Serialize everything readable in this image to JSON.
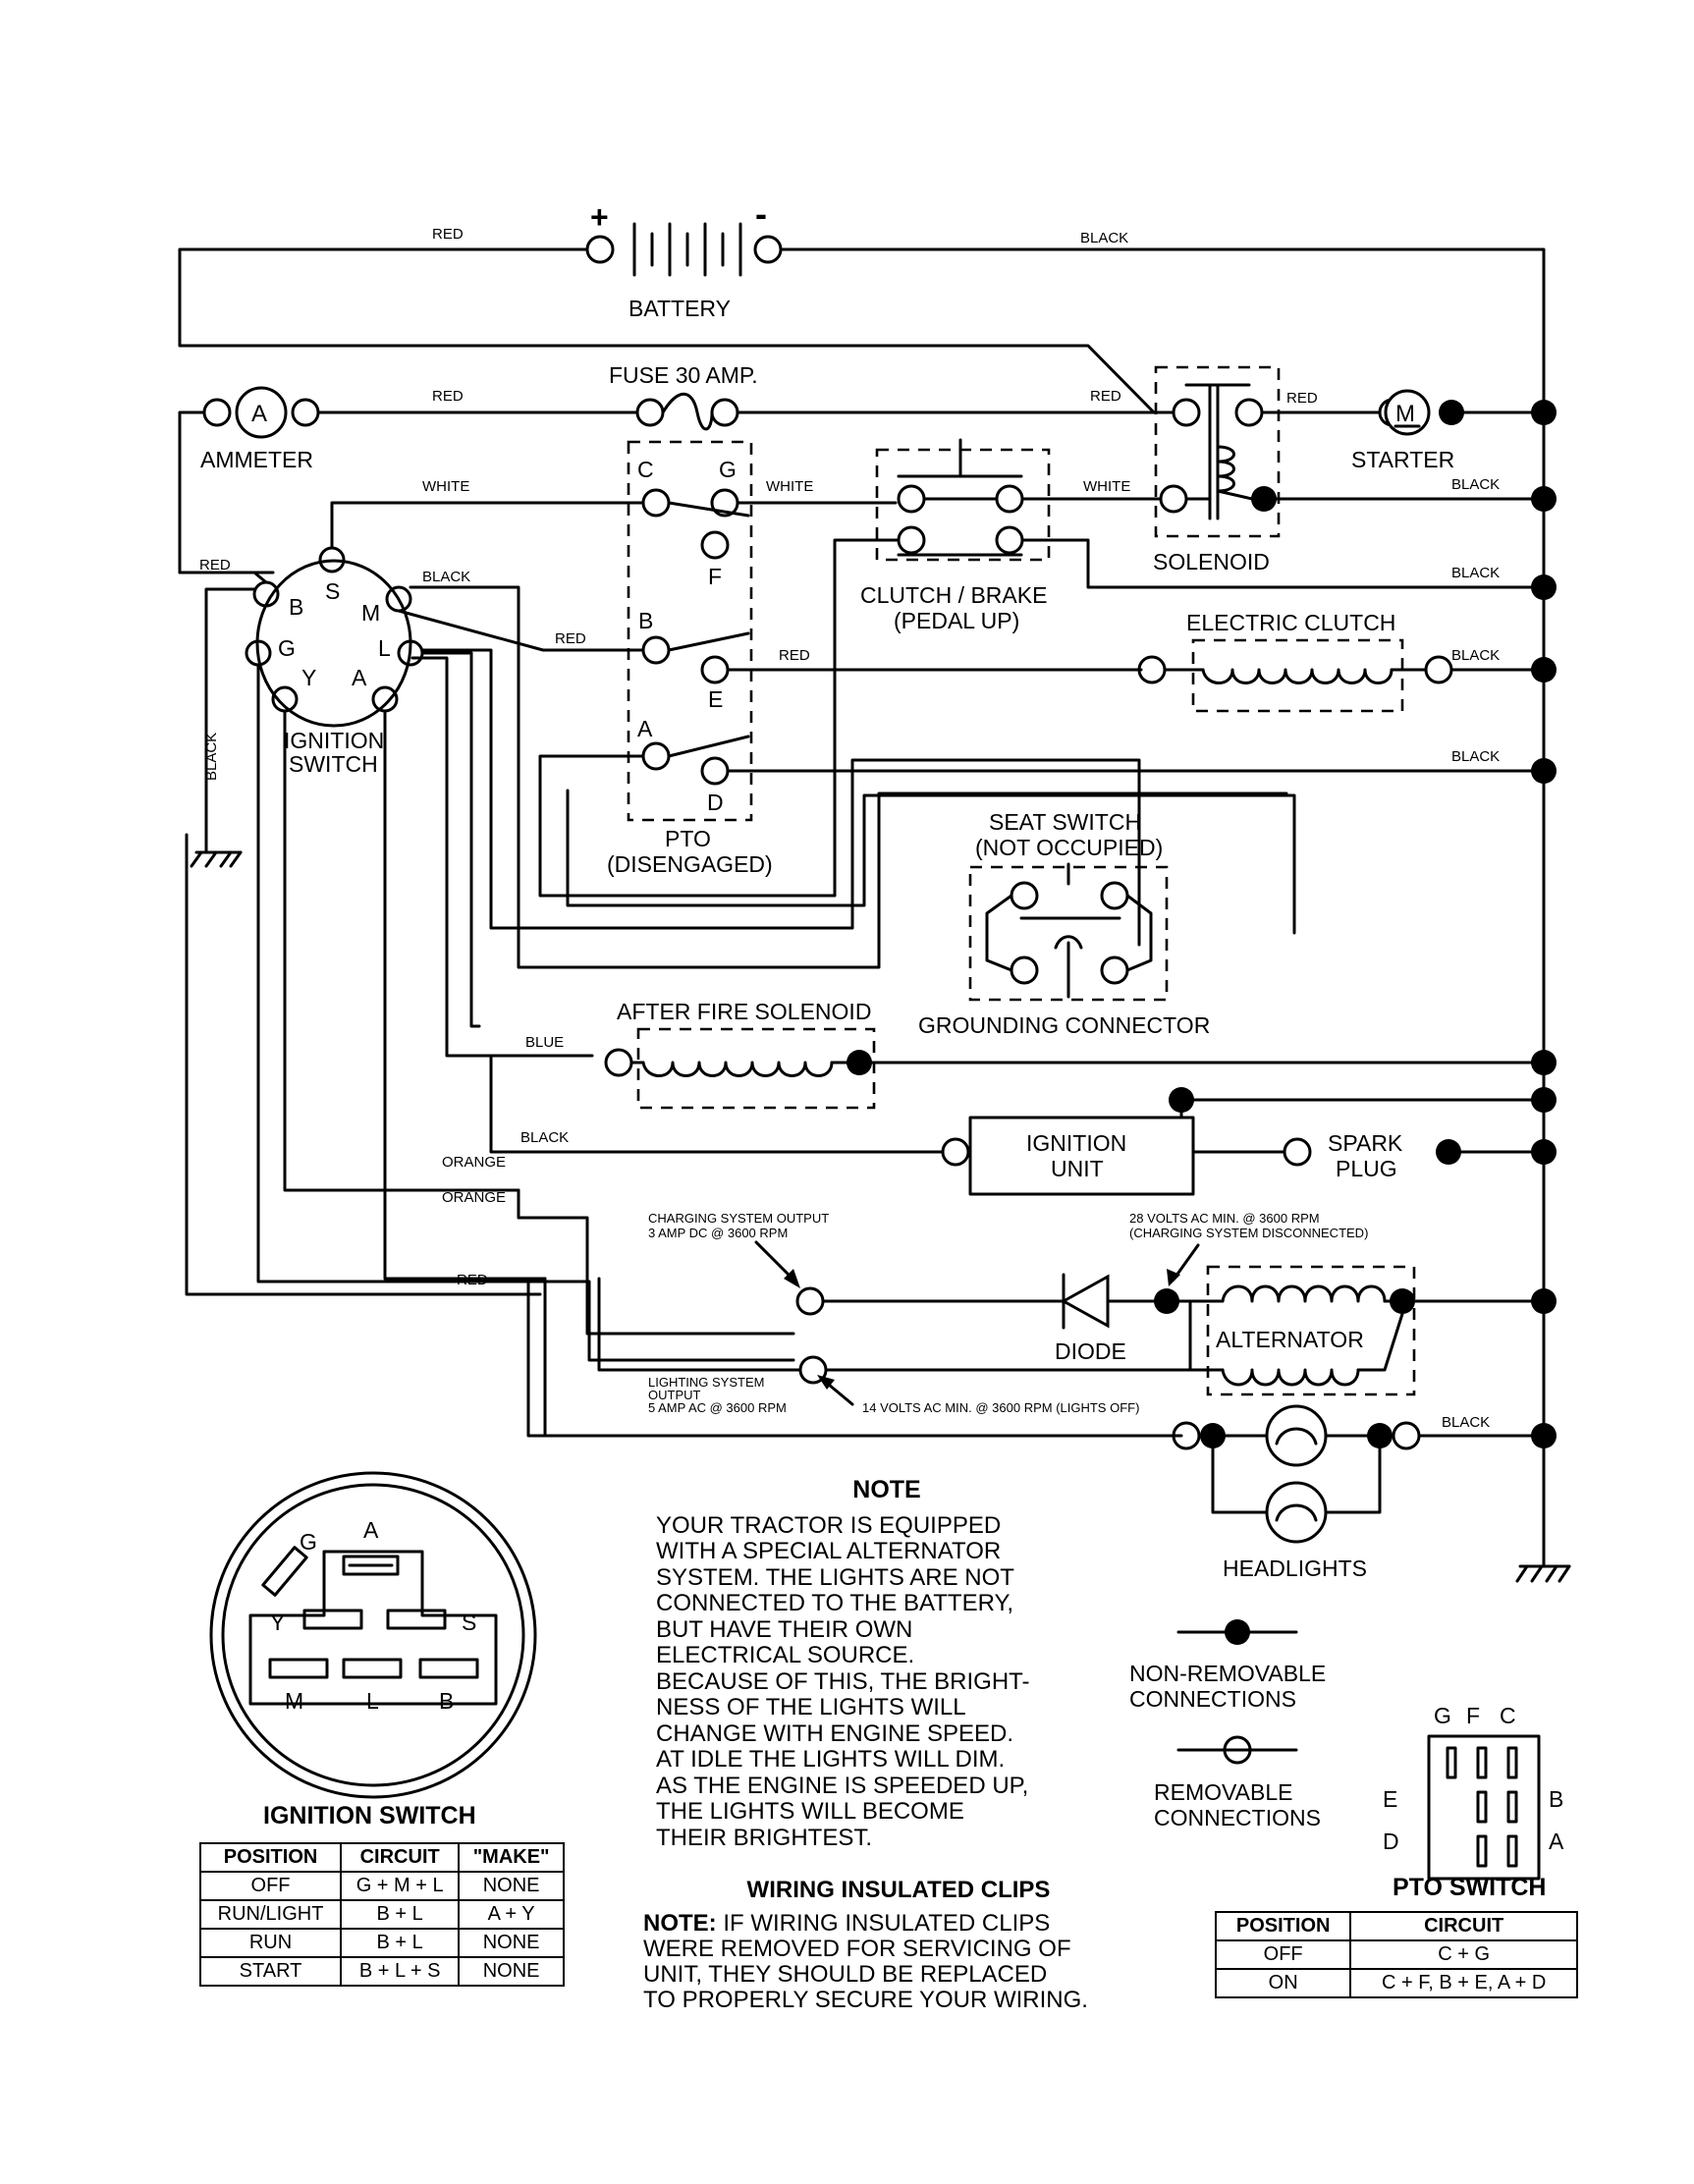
{
  "components": {
    "battery": "BATTERY",
    "fuse": "FUSE 30 AMP.",
    "ammeter": "AMMETER",
    "starter": "STARTER",
    "solenoid": "SOLENOID",
    "clutch_brake_1": "CLUTCH / BRAKE",
    "clutch_brake_2": "(PEDAL UP)",
    "electric_clutch": "ELECTRIC CLUTCH",
    "ignition_switch_1": "IGNITION",
    "ignition_switch_2": "SWITCH",
    "pto_1": "PTO",
    "pto_2": "(DISENGAGED)",
    "seat_switch_1": "SEAT SWITCH",
    "seat_switch_2": "(NOT OCCUPIED)",
    "after_fire": "AFTER FIRE SOLENOID",
    "grounding_connector": "GROUNDING CONNECTOR",
    "ignition_unit_1": "IGNITION",
    "ignition_unit_2": "UNIT",
    "spark_plug_1": "SPARK",
    "spark_plug_2": "PLUG",
    "diode": "DIODE",
    "alternator": "ALTERNATOR",
    "headlights": "HEADLIGHTS"
  },
  "symbols": {
    "plus": "+",
    "minus": "-",
    "ammeter_letter": "A",
    "starter_letter": "M"
  },
  "wire_colors": {
    "red": "RED",
    "black": "BLACK",
    "white": "WHITE",
    "blue": "BLUE",
    "orange": "ORANGE"
  },
  "terminals": {
    "ignition": [
      "B",
      "S",
      "M",
      "G",
      "L",
      "Y",
      "A"
    ],
    "pto": [
      "C",
      "G",
      "F",
      "B",
      "E",
      "A",
      "D"
    ]
  },
  "annotations": {
    "charging_1": "CHARGING SYSTEM OUTPUT",
    "charging_2": "3 AMP DC @ 3600 RPM",
    "volts28_1": "28 VOLTS AC MIN. @ 3600 RPM",
    "volts28_2": "(CHARGING SYSTEM DISCONNECTED)",
    "lighting_1": "LIGHTING SYSTEM",
    "lighting_2": "OUTPUT",
    "lighting_3": "5 AMP AC @ 3600 RPM",
    "volts14": "14 VOLTS AC MIN. @ 3600 RPM (LIGHTS OFF)"
  },
  "note": {
    "title": "NOTE",
    "lines": [
      "YOUR TRACTOR IS EQUIPPED",
      "WITH A SPECIAL ALTERNATOR",
      "SYSTEM.  THE LIGHTS ARE NOT",
      "CONNECTED TO  THE BATTERY,",
      "BUT HAVE THEIR OWN",
      "ELECTRICAL SOURCE.",
      "BECAUSE OF THIS, THE BRIGHT-",
      "NESS OF THE LIGHTS WILL",
      "CHANGE WITH ENGINE SPEED.",
      "AT IDLE THE LIGHTS WILL DIM.",
      "AS THE ENGINE IS SPEEDED UP,",
      "THE LIGHTS WILL BECOME",
      "THEIR BRIGHTEST."
    ]
  },
  "clips": {
    "title": "WIRING INSULATED CLIPS",
    "lead": "NOTE:",
    "lines": [
      " IF WIRING INSULATED CLIPS",
      "WERE REMOVED FOR SERVICING OF",
      "UNIT, THEY SHOULD BE REPLACED",
      "TO PROPERLY SECURE YOUR WIRING."
    ]
  },
  "legend": {
    "non_removable_1": "NON-REMOVABLE",
    "non_removable_2": "CONNECTIONS",
    "removable_1": "REMOVABLE",
    "removable_2": "CONNECTIONS"
  },
  "ignition_face_labels": [
    "G",
    "A",
    "Y",
    "S",
    "M",
    "L",
    "B"
  ],
  "pto_face_labels": [
    "G",
    "F",
    "C",
    "E",
    "B",
    "D",
    "A"
  ],
  "ignition_table": {
    "title": "IGNITION SWITCH",
    "headers": [
      "POSITION",
      "CIRCUIT",
      "\"MAKE\""
    ],
    "rows": [
      [
        "OFF",
        "G + M + L",
        "NONE"
      ],
      [
        "RUN/LIGHT",
        "B + L",
        "A + Y"
      ],
      [
        "RUN",
        "B + L",
        "NONE"
      ],
      [
        "START",
        "B + L + S",
        "NONE"
      ]
    ]
  },
  "pto_table": {
    "title": "PTO SWITCH",
    "headers": [
      "POSITION",
      "CIRCUIT"
    ],
    "rows": [
      [
        "OFF",
        "C + G"
      ],
      [
        "ON",
        "C + F, B + E, A + D"
      ]
    ]
  }
}
